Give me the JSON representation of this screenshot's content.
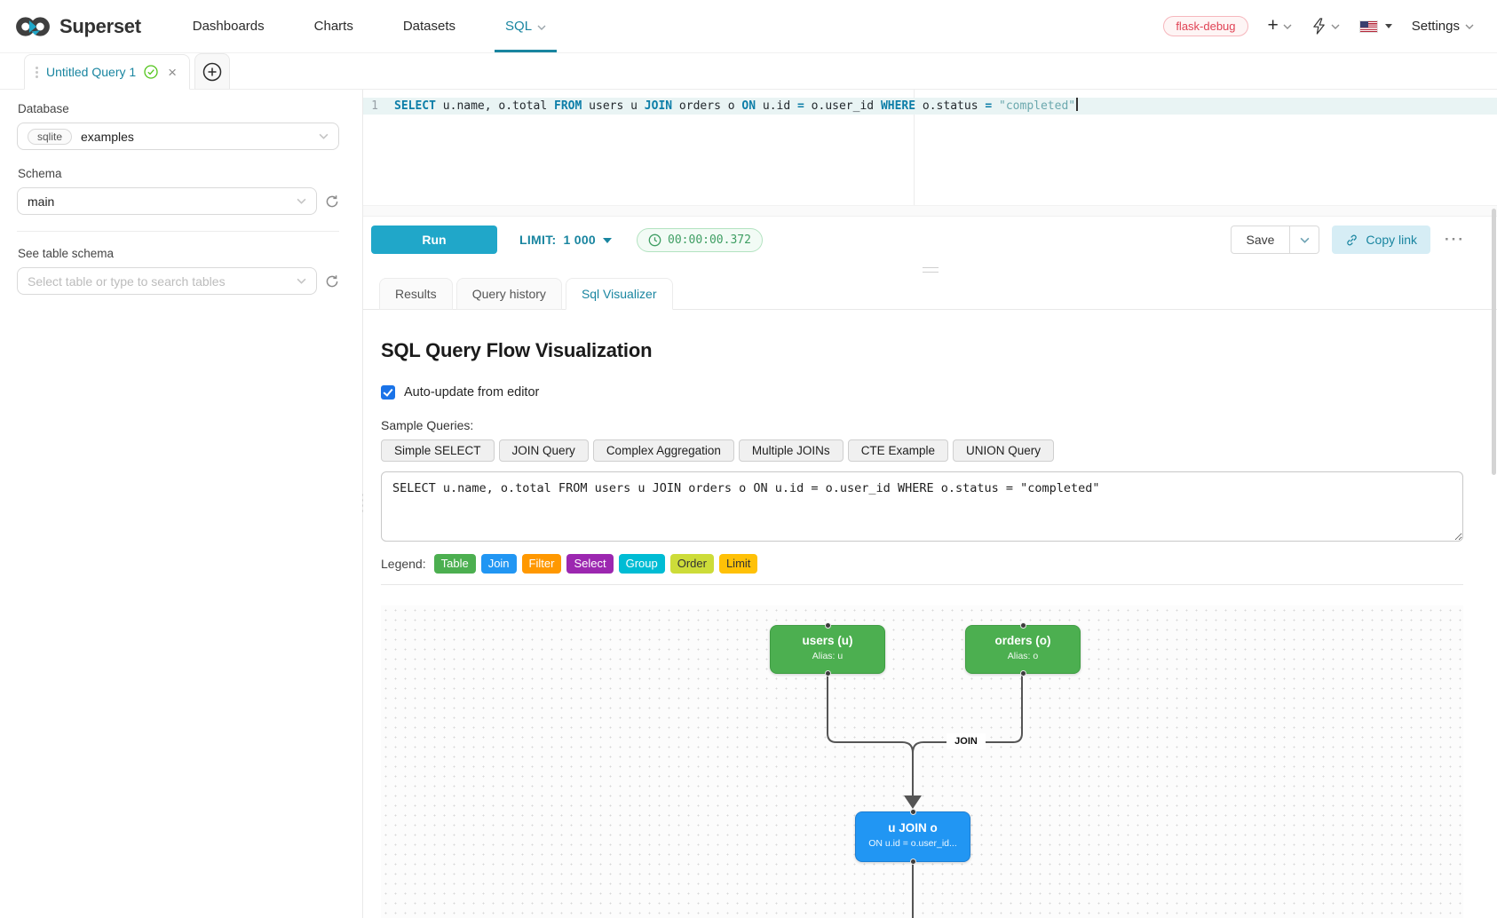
{
  "colors": {
    "primary": "#20a7c9",
    "link_teal": "#1985a0",
    "success_green": "#52c41a",
    "timer_green": "#3f9e63",
    "danger_red": "#e04355"
  },
  "navbar": {
    "brand": "Superset",
    "items": [
      {
        "label": "Dashboards",
        "active": false,
        "caret": false
      },
      {
        "label": "Charts",
        "active": false,
        "caret": false
      },
      {
        "label": "Datasets",
        "active": false,
        "caret": false
      },
      {
        "label": "SQL",
        "active": true,
        "caret": true
      }
    ],
    "environment_tag": "flask-debug",
    "plus_label": "+",
    "settings_label": "Settings"
  },
  "query_tab_bar": {
    "active_tab_label": "Untitled Query 1"
  },
  "sidebar": {
    "database_label": "Database",
    "database_engine_badge": "sqlite",
    "database_value": "examples",
    "schema_label": "Schema",
    "schema_value": "main",
    "table_section_label": "See table schema",
    "table_select_placeholder": "Select table or type to search tables"
  },
  "editor": {
    "line_number": "1",
    "sql_tokens": [
      {
        "type": "kw",
        "text": "SELECT"
      },
      {
        "type": "plain",
        "text": " u.name, o.total "
      },
      {
        "type": "kw",
        "text": "FROM"
      },
      {
        "type": "plain",
        "text": " users u "
      },
      {
        "type": "kw",
        "text": "JOIN"
      },
      {
        "type": "plain",
        "text": " orders o "
      },
      {
        "type": "kw",
        "text": "ON"
      },
      {
        "type": "plain",
        "text": " u.id "
      },
      {
        "type": "op",
        "text": "="
      },
      {
        "type": "plain",
        "text": " o.user_id "
      },
      {
        "type": "kw",
        "text": "WHERE"
      },
      {
        "type": "plain",
        "text": " o.status "
      },
      {
        "type": "op",
        "text": "="
      },
      {
        "type": "plain",
        "text": " "
      },
      {
        "type": "str",
        "text": "\"completed\""
      }
    ],
    "run_button_label": "Run",
    "limit_label": "LIMIT:",
    "limit_value": "1 000",
    "elapsed_time": "00:00:00.372",
    "save_button_label": "Save",
    "copy_link_label": "Copy link",
    "more_menu_label": "···"
  },
  "result_tabs": [
    {
      "label": "Results",
      "active": false
    },
    {
      "label": "Query history",
      "active": false
    },
    {
      "label": "Sql Visualizer",
      "active": true
    }
  ],
  "visualizer": {
    "title": "SQL Query Flow Visualization",
    "auto_update_label": "Auto-update from editor",
    "auto_update_checked": true,
    "sample_queries_label": "Sample Queries:",
    "sample_queries": [
      "Simple SELECT",
      "JOIN Query",
      "Complex Aggregation",
      "Multiple JOINs",
      "CTE Example",
      "UNION Query"
    ],
    "sql_input_value": "SELECT u.name, o.total FROM users u JOIN orders o ON u.id = o.user_id WHERE o.status = \"completed\"",
    "legend_label": "Legend:",
    "legend": [
      {
        "label": "Table",
        "color": "#4CAF50",
        "text_color": "#ffffff"
      },
      {
        "label": "Join",
        "color": "#2196F3",
        "text_color": "#ffffff"
      },
      {
        "label": "Filter",
        "color": "#FF9800",
        "text_color": "#ffffff"
      },
      {
        "label": "Select",
        "color": "#9C27B0",
        "text_color": "#ffffff"
      },
      {
        "label": "Group",
        "color": "#00BCD4",
        "text_color": "#ffffff"
      },
      {
        "label": "Order",
        "color": "#CDDC39",
        "text_color": "#333333"
      },
      {
        "label": "Limit",
        "color": "#FFC107",
        "text_color": "#333333"
      }
    ],
    "flow": {
      "nodes": [
        {
          "title": "users (u)",
          "subtitle": "Alias: u",
          "type": "Table"
        },
        {
          "title": "orders (o)",
          "subtitle": "Alias: o",
          "type": "Table"
        },
        {
          "title": "u JOIN o",
          "subtitle": "ON u.id = o.user_id...",
          "type": "Join"
        }
      ],
      "edge_label": "JOIN"
    }
  }
}
